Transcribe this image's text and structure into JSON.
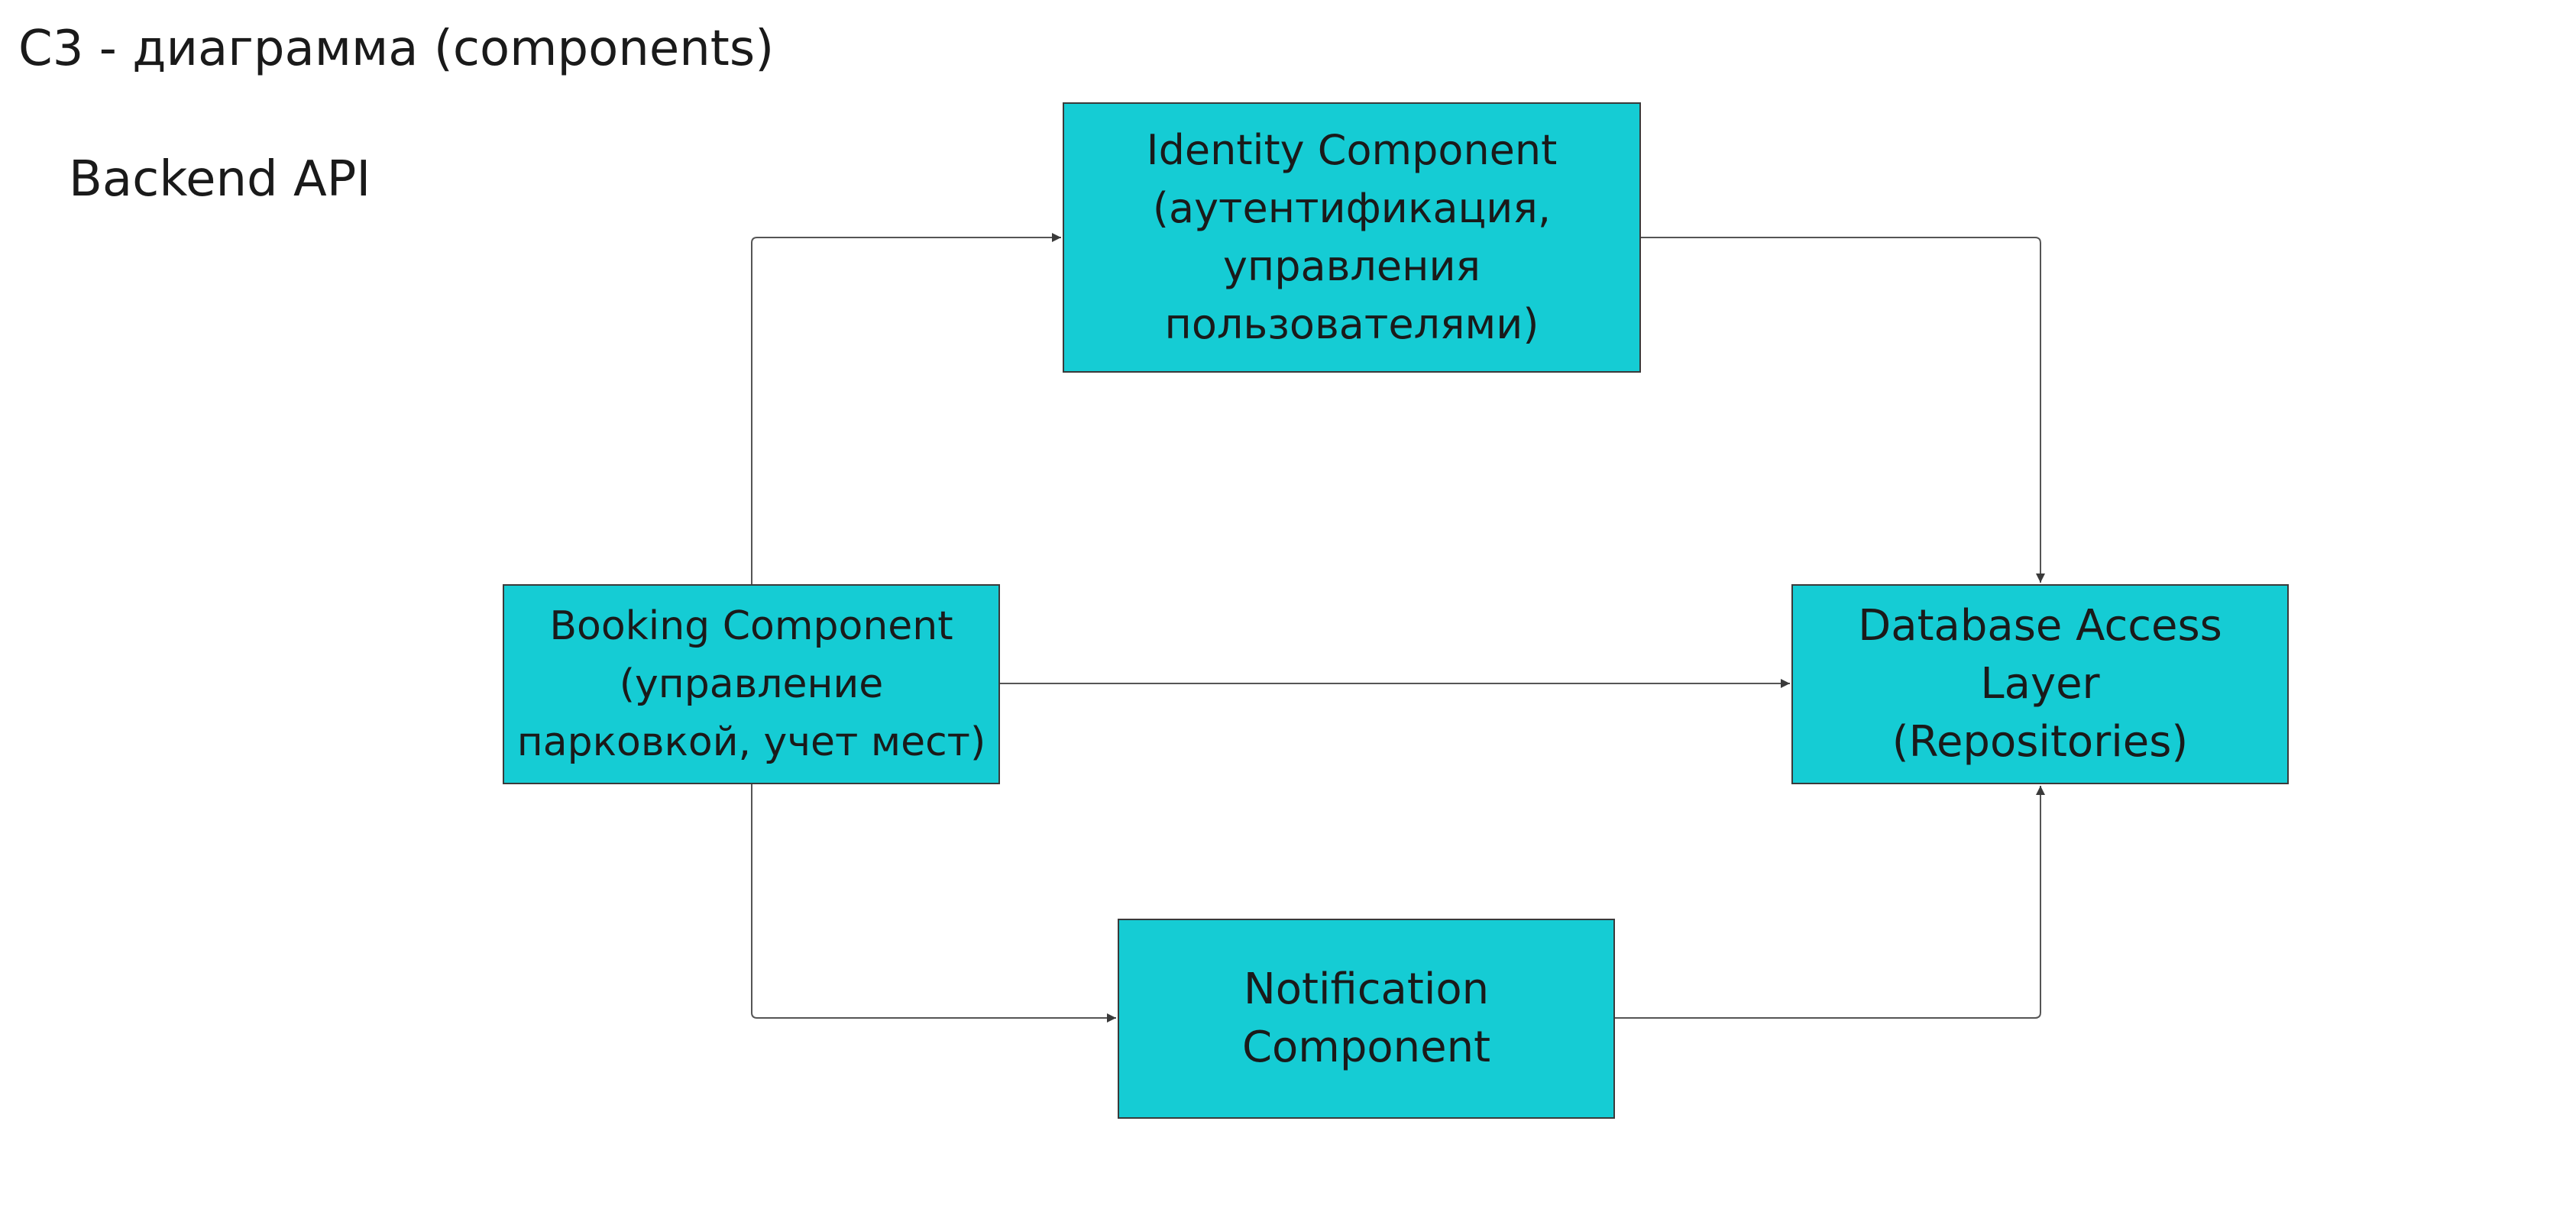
{
  "diagram": {
    "title": "C3 - диаграмма (components)",
    "subtitle": "Backend API",
    "box_fill": "#15ccd4",
    "nodes": {
      "identity": {
        "text": "Identity Component\n(аутентификация,\nуправления\nпользователями)"
      },
      "booking": {
        "text": "Booking Component\n(управление\nпарковкой, учет мест)"
      },
      "database": {
        "text": "Database Access Layer\n(Repositories)"
      },
      "notify": {
        "text": "Notification Component"
      }
    },
    "edges": [
      {
        "from": "booking",
        "to": "identity"
      },
      {
        "from": "identity",
        "to": "database"
      },
      {
        "from": "booking",
        "to": "database"
      },
      {
        "from": "booking",
        "to": "notify"
      },
      {
        "from": "notify",
        "to": "database"
      }
    ]
  }
}
